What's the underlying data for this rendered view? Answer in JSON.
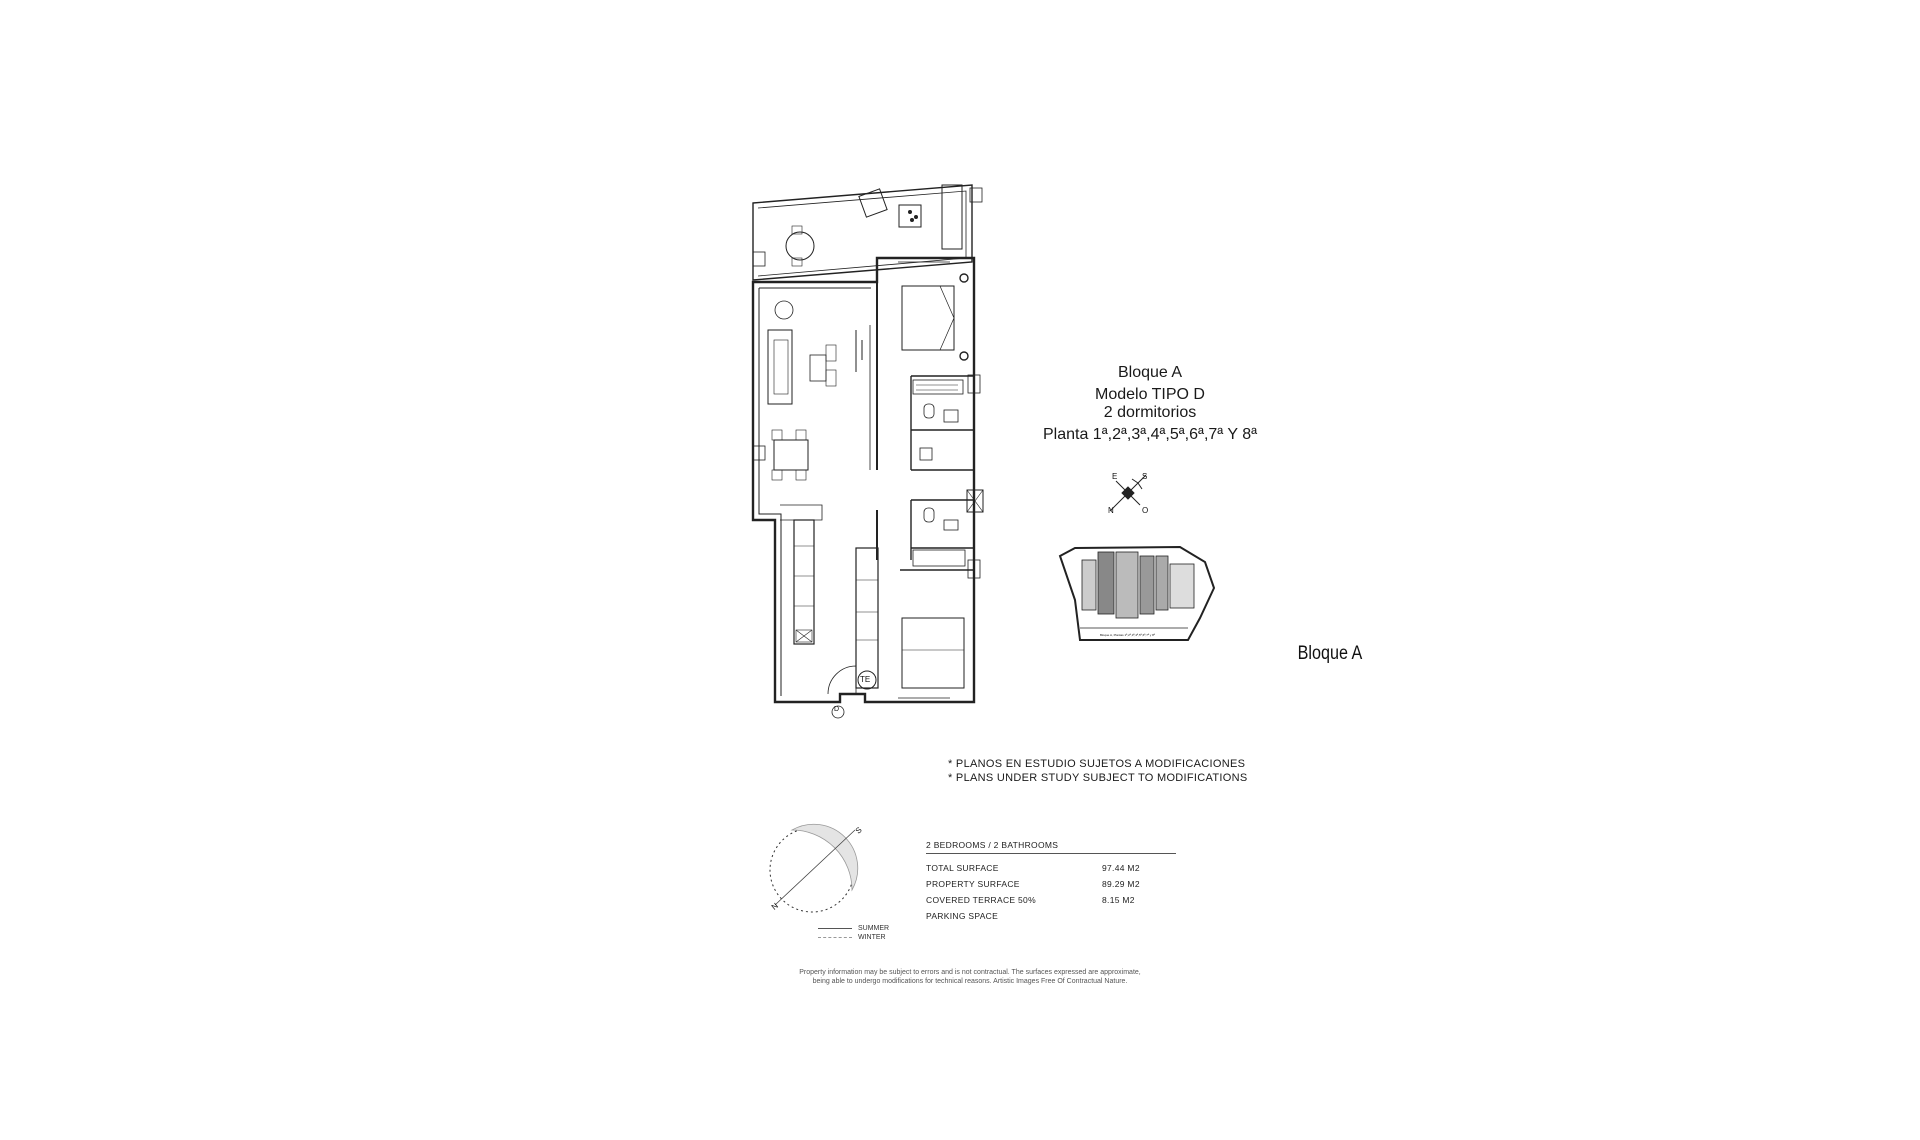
{
  "title": {
    "block": "Bloque A",
    "model": "Modelo TIPO D",
    "bedrooms": "2 dormitorios",
    "floors": "Planta 1ª,2ª,3ª,4ª,5ª,6ª,7ª Y 8ª"
  },
  "key_plan": {
    "label": "Bloque A",
    "caption": "Bloque A, Plantas 1ª,2ª,3ª,4ª,5ª,6ª,7ª y 8ª"
  },
  "plan": {
    "unit_marker": "D",
    "tank_label": "TE",
    "door_label": "D",
    "compass": [
      "E",
      "S",
      "N",
      "O"
    ]
  },
  "notes": [
    "* PLANOS EN ESTUDIO SUJETOS A MODIFICACIONES",
    "* PLANS UNDER STUDY SUBJECT TO MODIFICATIONS"
  ],
  "specs": {
    "header": "2 BEDROOMS / 2 BATHROOMS",
    "rows": [
      {
        "label": "TOTAL SURFACE",
        "value": "97.44 M2"
      },
      {
        "label": "PROPERTY SURFACE",
        "value": "89.29 M2"
      },
      {
        "label": "COVERED TERRACE 50%",
        "value": "8.15 M2"
      },
      {
        "label": "PARKING SPACE",
        "value": ""
      }
    ]
  },
  "sun_diagram": {
    "s_label": "S",
    "n_label": "N",
    "legend": [
      "SUMMER",
      "WINTER"
    ]
  },
  "disclaimer": [
    "Property information may be subject to errors and is not contractual. The surfaces expressed are approximate,",
    "being able to undergo modifications for technical reasons. Artistic Images Free Of Contractual Nature."
  ]
}
